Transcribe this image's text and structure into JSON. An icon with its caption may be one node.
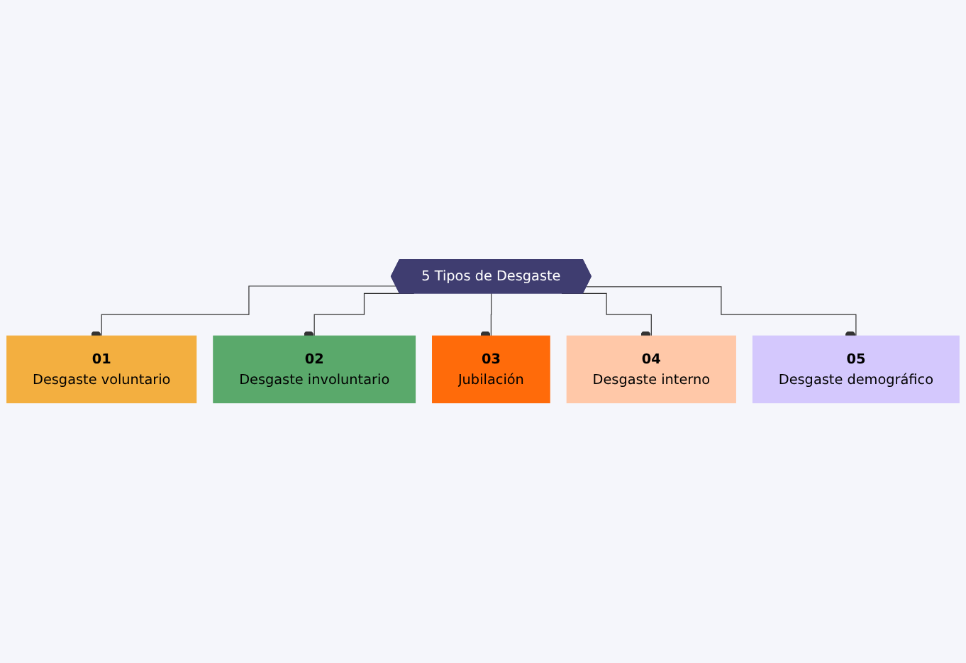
{
  "diagram": {
    "nodes": [
      {
        "text": [
          "5 Tipos de Desgaste"
        ]
      },
      {
        "text": [
          "01",
          "Desgaste voluntario"
        ]
      },
      {
        "text": [
          "02",
          "Desgaste involuntario"
        ]
      },
      {
        "text": [
          "03",
          "Jubilación"
        ]
      },
      {
        "text": [
          "04",
          "Desgaste interno"
        ]
      },
      {
        "text": [
          "05",
          "Desgaste demográfico"
        ]
      }
    ],
    "edges": [
      {
        "from": 0,
        "to": 1,
        "arrow": "other"
      },
      {
        "from": 0,
        "to": 2,
        "arrow": "other"
      },
      {
        "from": 0,
        "to": 3,
        "arrow": "other"
      },
      {
        "from": 0,
        "to": 4,
        "arrow": "other"
      },
      {
        "from": 0,
        "to": 5,
        "arrow": "other"
      }
    ]
  }
}
